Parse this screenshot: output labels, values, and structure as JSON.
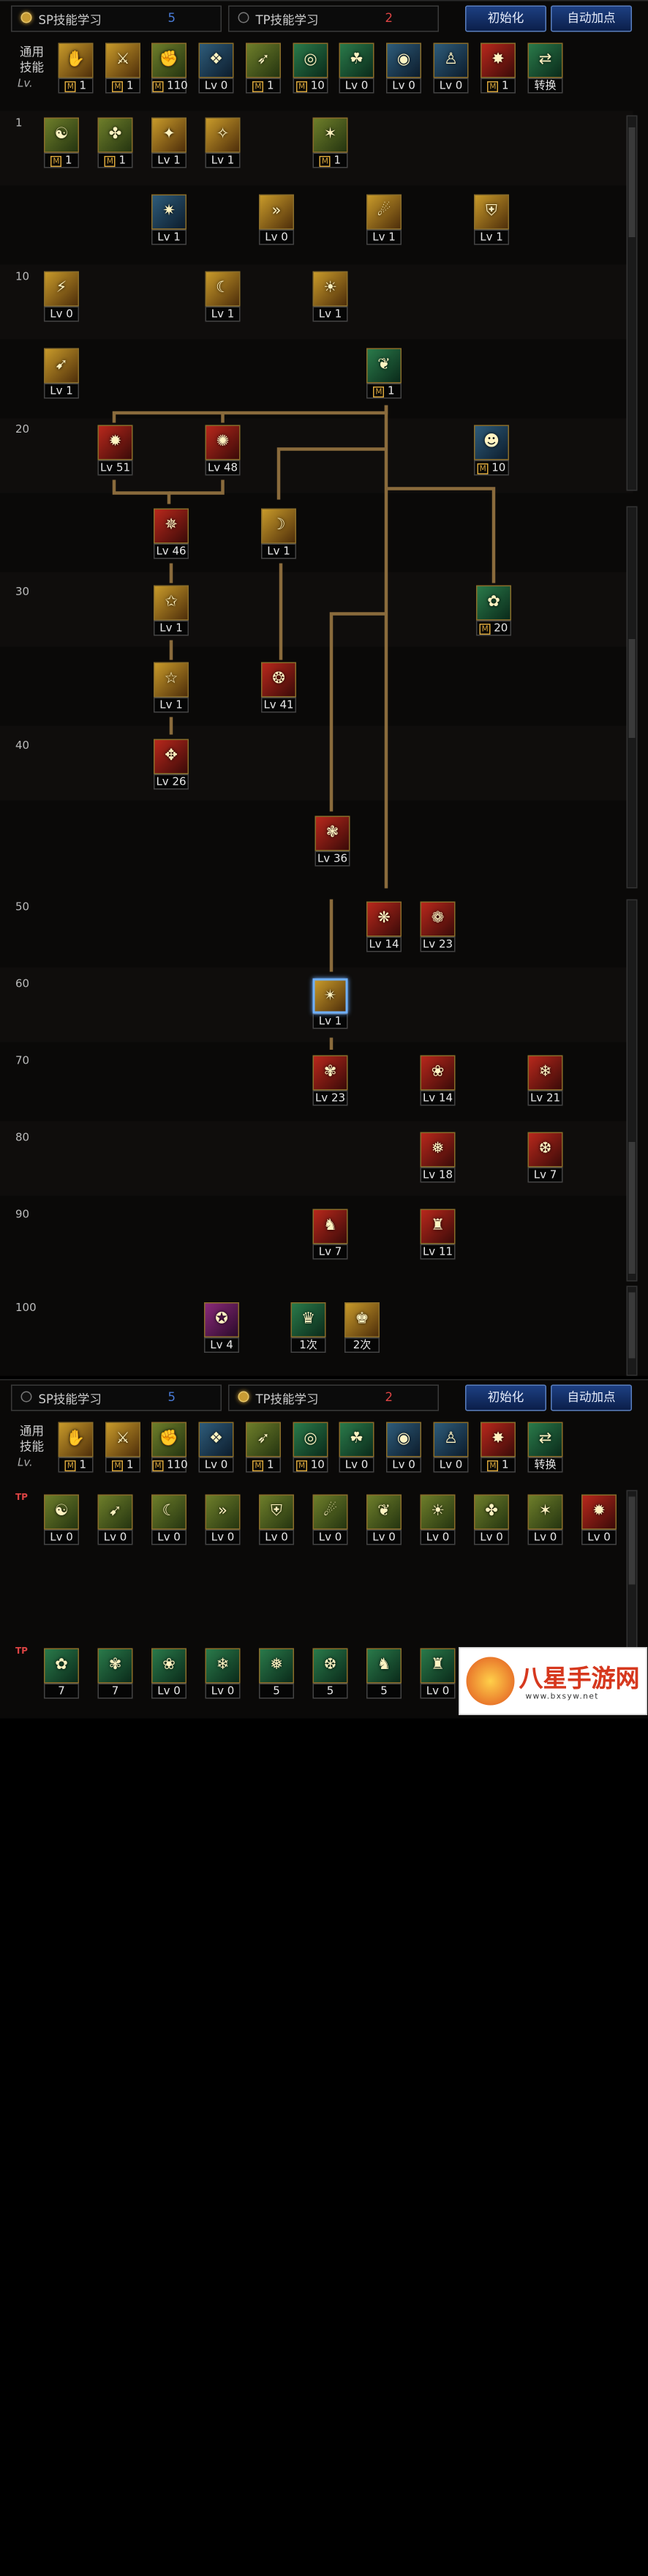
{
  "top_panel": {
    "sp_tab": "SP技能学习",
    "sp_value": "5",
    "tp_tab": "TP技能学习",
    "tp_value": "2",
    "reset_button": "初始化",
    "auto_button": "自动加点"
  },
  "general": {
    "label": "通用技能",
    "lv_tag": "Lv.",
    "skills": [
      "1",
      "1",
      "110",
      "Lv 0",
      "1",
      "10",
      "Lv 0",
      "Lv 0",
      "Lv 0",
      "1",
      "转换"
    ]
  },
  "tree_rows": [
    "1",
    "10",
    "20",
    "30",
    "40",
    "50",
    "60",
    "70",
    "80",
    "90",
    "100"
  ],
  "tree": [
    [
      "1",
      "1",
      "Lv 1",
      "Lv 1",
      "1"
    ],
    [
      "Lv 1",
      "Lv 0",
      "Lv 1",
      "Lv 1"
    ],
    [
      "Lv 0",
      "Lv 1",
      "Lv 1"
    ],
    [
      "Lv 1",
      "1"
    ],
    [
      "Lv 51",
      "Lv 48",
      "10"
    ],
    [
      "Lv 46",
      "Lv 1"
    ],
    [
      "Lv 1",
      "20"
    ],
    [
      "Lv 1",
      "Lv 41"
    ],
    [
      "Lv 26"
    ],
    [
      "Lv 36"
    ],
    [
      "Lv 14",
      "Lv 23"
    ],
    [
      "Lv 1"
    ],
    [
      "Lv 23",
      "Lv 14",
      "Lv 21"
    ],
    [
      "Lv 18",
      "Lv 7"
    ],
    [
      "Lv 7",
      "Lv 11"
    ],
    [
      "Lv 4",
      "1次",
      "2次"
    ]
  ],
  "bottom_panel": {
    "sp_tab": "SP技能学习",
    "sp_value": "5",
    "tp_tab": "TP技能学习",
    "tp_value": "2",
    "reset_button": "初始化",
    "auto_button": "自动加点",
    "general_label": "通用技能",
    "lv_tag": "Lv.",
    "general_skills": [
      "1",
      "1",
      "110",
      "Lv 0",
      "1",
      "10",
      "Lv 0",
      "Lv 0",
      "Lv 0",
      "1",
      "转换"
    ],
    "tp_row1": [
      "Lv 0",
      "Lv 0",
      "Lv 0",
      "Lv 0",
      "Lv 0",
      "Lv 0",
      "Lv 0",
      "Lv 0",
      "Lv 0",
      "Lv 0",
      "Lv 0"
    ],
    "tp_row2": [
      "7",
      "7",
      "Lv 0",
      "Lv 0",
      "5",
      "5",
      "5",
      "Lv 0"
    ]
  },
  "logo": {
    "text": "八星手游网",
    "url": "www.bxsyw.net"
  }
}
